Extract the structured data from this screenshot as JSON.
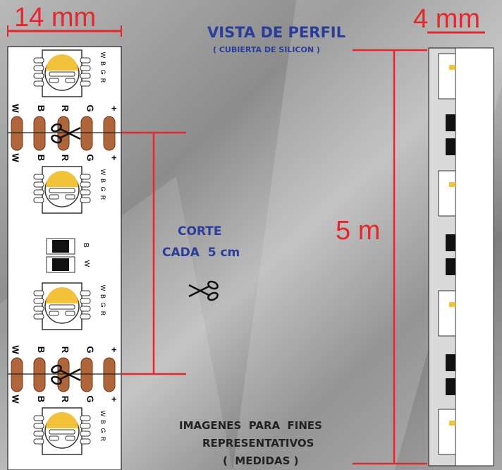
{
  "dimensions": {
    "width_label": "14 mm",
    "thickness_label": "4 mm",
    "length_label": "5 m"
  },
  "profile": {
    "title": "VISTA DE PERFIL",
    "subtitle": "( CUBIERTA DE SILICON )"
  },
  "cut": {
    "line1": "CORTE",
    "line2": "CADA  5 cm"
  },
  "note": {
    "line1": "IMAGENES  PARA  FINES",
    "line2": "REPRESENTATIVOS",
    "line3": "(  MEDIDAS )"
  },
  "led_pins": [
    "W",
    "B",
    "G",
    "R"
  ],
  "pad_labels": [
    "W",
    "B",
    "R",
    "G",
    "+"
  ],
  "resistor_labels": [
    "B",
    "W"
  ],
  "colors": {
    "dimension_red": "#e8262b",
    "title_blue": "#2a3d9c",
    "pad_brown": "#b0653a",
    "led_yellow": "#f2c23b",
    "strip_white": "#ffffff"
  }
}
